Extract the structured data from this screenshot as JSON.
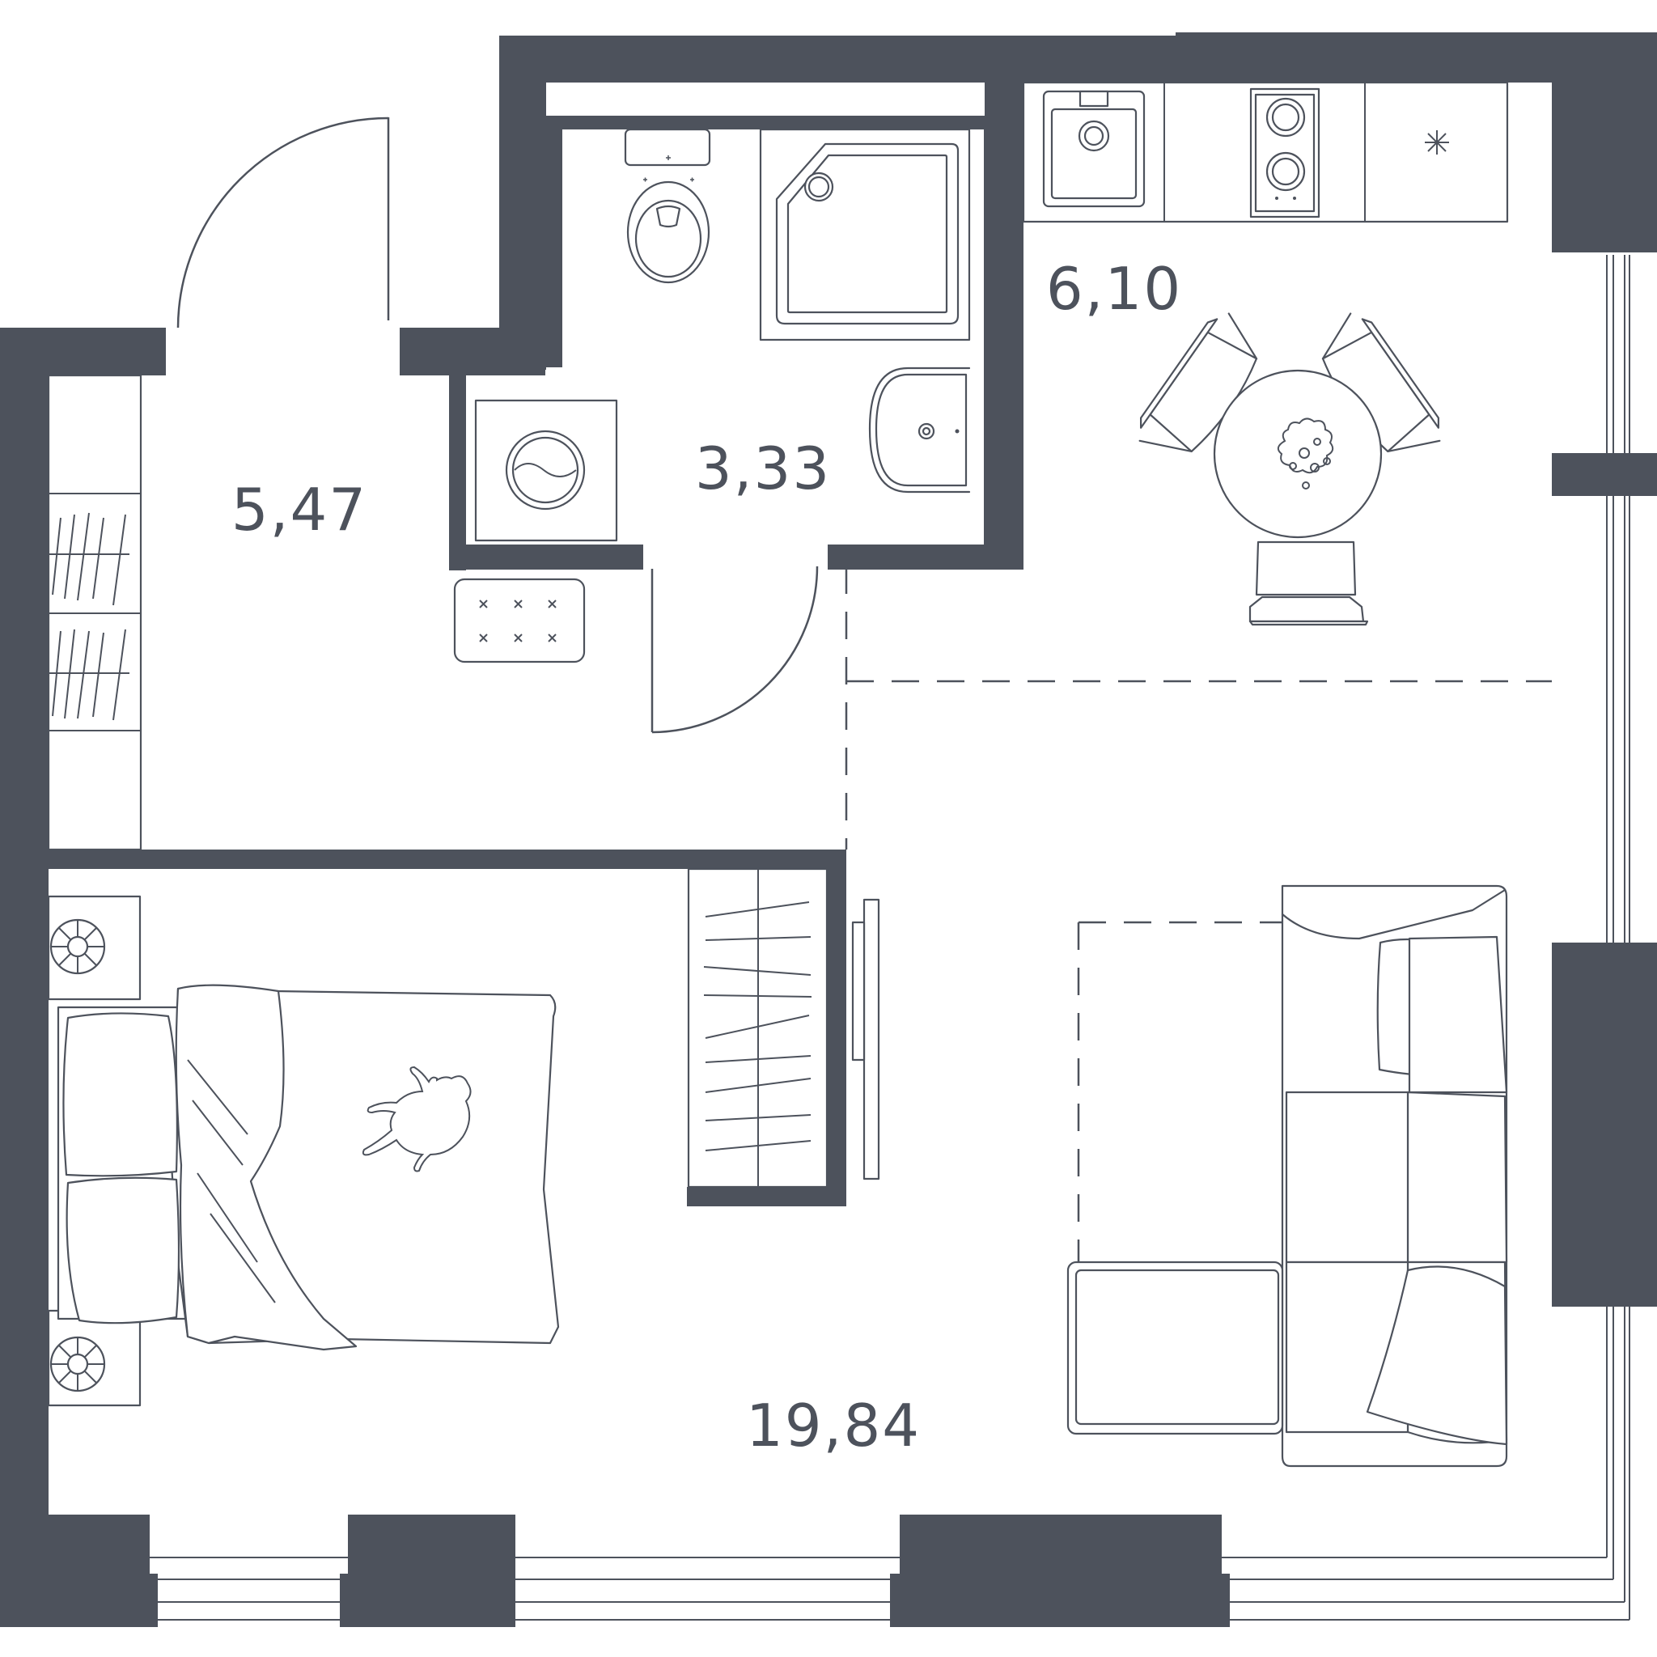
{
  "colors": {
    "wall": "#4d525c",
    "background": "#ffffff"
  },
  "rooms": {
    "hallway": {
      "area": "5,47"
    },
    "bathroom": {
      "area": "3,33"
    },
    "kitchen": {
      "area": "6,10"
    },
    "living_room": {
      "area": "19,84"
    }
  },
  "icons": [
    "door-swing-icon",
    "toilet-icon",
    "shower-tray-icon",
    "washbasin-icon",
    "washing-machine-icon",
    "doormat-icon",
    "wardrobe-icon",
    "sink-icon",
    "cooktop-icon",
    "fridge-icon",
    "dining-table-icon",
    "chair-icon",
    "flower-vase-icon",
    "bed-icon",
    "pillow-icon",
    "cat-icon",
    "bedside-table-icon",
    "lamp-icon",
    "sofa-icon",
    "tv-icon",
    "window-icon"
  ]
}
